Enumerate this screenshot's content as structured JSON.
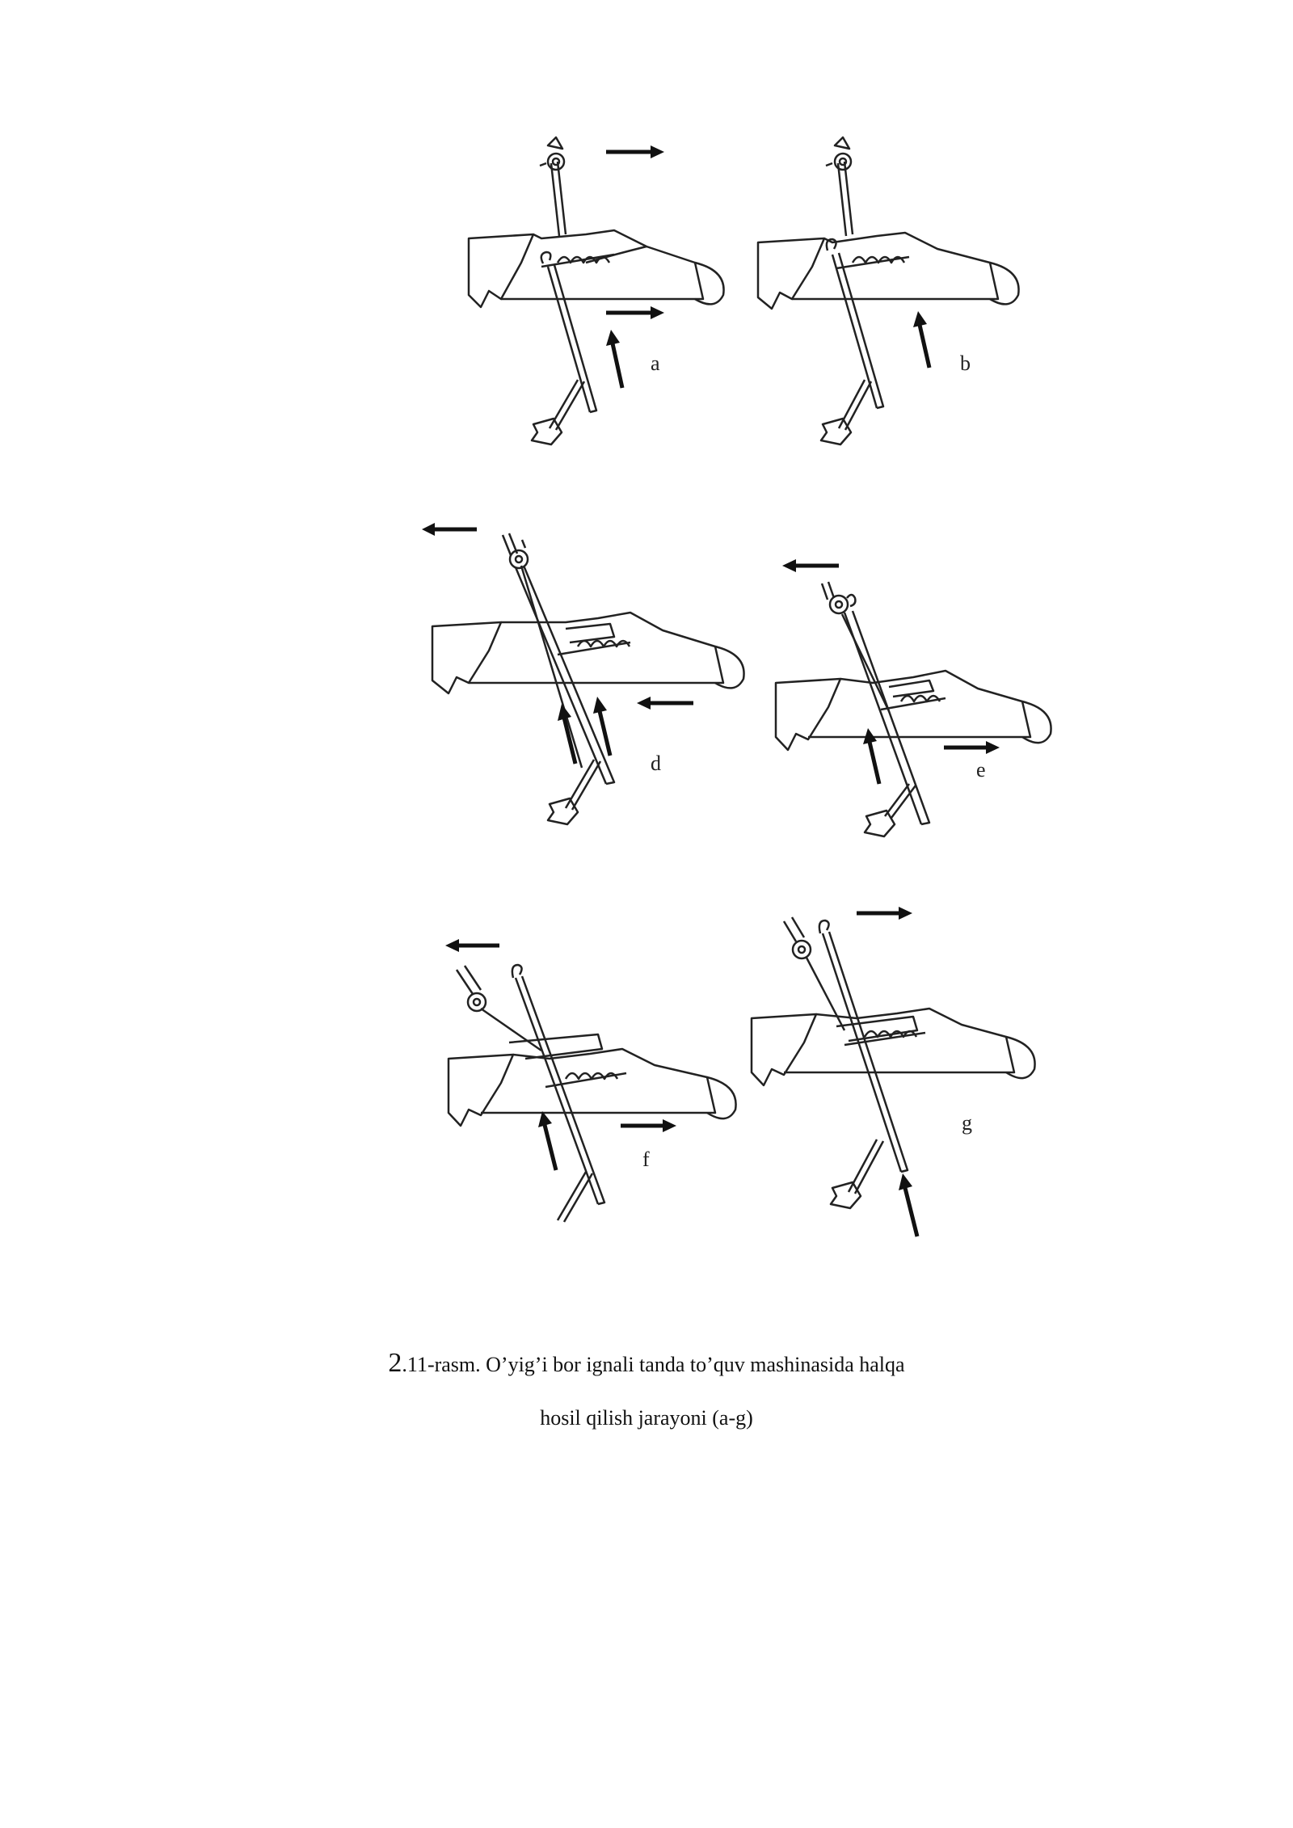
{
  "figure": {
    "panels": [
      {
        "id": "a",
        "label": "a"
      },
      {
        "id": "b",
        "label": "b"
      },
      {
        "id": "d",
        "label": "d"
      },
      {
        "id": "e",
        "label": "e"
      },
      {
        "id": "f",
        "label": "f"
      },
      {
        "id": "g",
        "label": "g"
      }
    ]
  },
  "caption": {
    "number_lead": "2",
    "line1_rest": ".11-rasm. O’yig’i bor ignali tanda to’quv mashinasida halqa",
    "line2": "hosil qilish jarayoni (a-g)"
  }
}
